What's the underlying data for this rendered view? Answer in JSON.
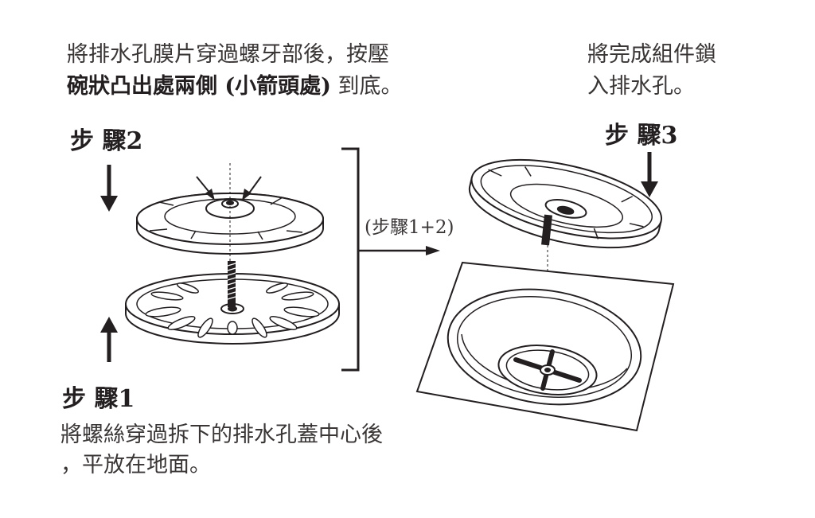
{
  "step2": {
    "desc_line1": "將排水孔膜片穿過螺牙部後，按壓",
    "desc_line2_bold": "碗狀凸出處兩側 (小箭頭處)",
    "desc_line2_rest": " 到底。",
    "label": "步 驟2"
  },
  "step3": {
    "desc_line1": "將完成組件鎖",
    "desc_line2": "入排水孔。",
    "label": "步 驟3"
  },
  "step1": {
    "label": "步 驟1",
    "desc_line1": "將螺絲穿過拆下的排水孔蓋中心後",
    "desc_line2": "，平放在地面。"
  },
  "combined_label": "(步驟1+2)"
}
